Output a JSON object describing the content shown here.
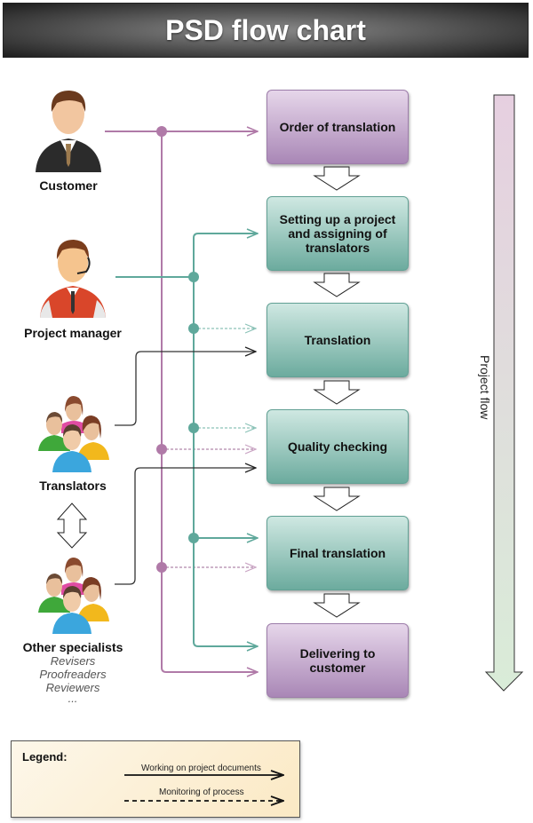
{
  "title": "PSD flow chart",
  "actors": [
    {
      "id": "customer",
      "label": "Customer",
      "icon": "businessman-icon"
    },
    {
      "id": "project-manager",
      "label": "Project manager",
      "icon": "operator-headset-icon"
    },
    {
      "id": "translators",
      "label": "Translators",
      "icon": "group-people-icon"
    },
    {
      "id": "other-specialists",
      "label": "Other specialists",
      "icon": "group-people-icon",
      "roles": [
        "Revisers",
        "Proofreaders",
        "Reviewers",
        "..."
      ]
    }
  ],
  "steps": [
    {
      "label": "Order of translation",
      "color": "purple"
    },
    {
      "label": "Setting up a project and assigning of translators",
      "color": "teal"
    },
    {
      "label": "Translation",
      "color": "teal"
    },
    {
      "label": "Quality checking",
      "color": "teal"
    },
    {
      "label": "Final translation",
      "color": "teal"
    },
    {
      "label": "Delivering to customer",
      "color": "purple"
    }
  ],
  "project_flow_label": "Project flow",
  "legend": {
    "title": "Legend:",
    "items": [
      {
        "label": "Working on project documents",
        "style": "solid"
      },
      {
        "label": "Monitoring of process",
        "style": "dashed"
      }
    ]
  },
  "colors": {
    "customer_line": "#b07aa8",
    "manager_line": "#5fa89b",
    "actor_line": "#333333",
    "purple_box": "#b592c0",
    "teal_box": "#7bb5a9"
  }
}
